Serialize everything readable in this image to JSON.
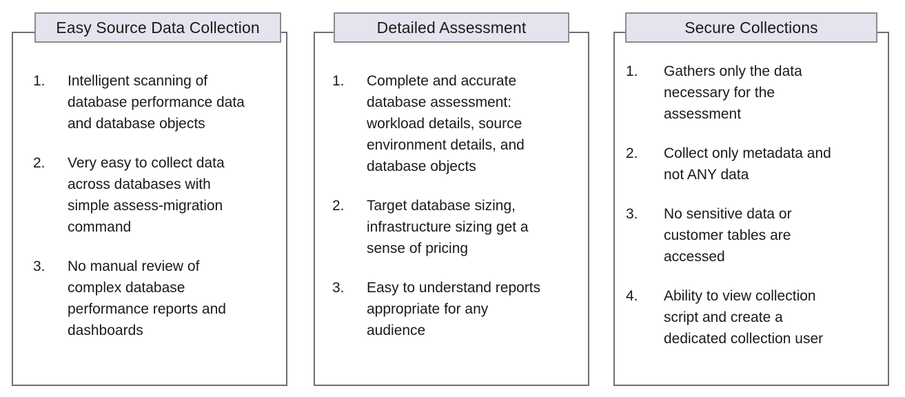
{
  "diagram": {
    "type": "three-column-feature-boxes",
    "accent_fill": "#e4e4ee",
    "border_color": "#6d6e72",
    "header_border_color": "#8a8b90",
    "text_color": "#1a1a1a",
    "background": "#ffffff"
  },
  "panels": [
    {
      "title": "Easy Source Data Collection",
      "items": [
        {
          "marker": "1.",
          "text": "Intelligent scanning of\ndatabase performance data\nand database objects"
        },
        {
          "marker": "2.",
          "text": "Very easy to collect data\nacross databases with\nsimple assess-migration\ncommand"
        },
        {
          "marker": "3.",
          "text": "No manual review of\ncomplex database\nperformance reports and\ndashboards"
        }
      ]
    },
    {
      "title": "Detailed Assessment",
      "items": [
        {
          "marker": "1.",
          "text": "Complete and accurate\ndatabase assessment:\nworkload details, source\nenvironment details, and\ndatabase objects"
        },
        {
          "marker": "2.",
          "text": "Target database sizing,\ninfrastructure sizing get a\nsense of pricing"
        },
        {
          "marker": "3.",
          "text": "Easy to understand reports\nappropriate for any\naudience"
        }
      ]
    },
    {
      "title": "Secure Collections",
      "items": [
        {
          "marker": "1.",
          "text": "Gathers only the data\nnecessary for the\nassessment"
        },
        {
          "marker": "2.",
          "text": "Collect only metadata and\nnot ANY data"
        },
        {
          "marker": "3.",
          "text": "No sensitive data or\ncustomer tables are\naccessed"
        },
        {
          "marker": "4.",
          "text": "Ability to view collection\nscript and create a\ndedicated collection user"
        }
      ]
    }
  ]
}
